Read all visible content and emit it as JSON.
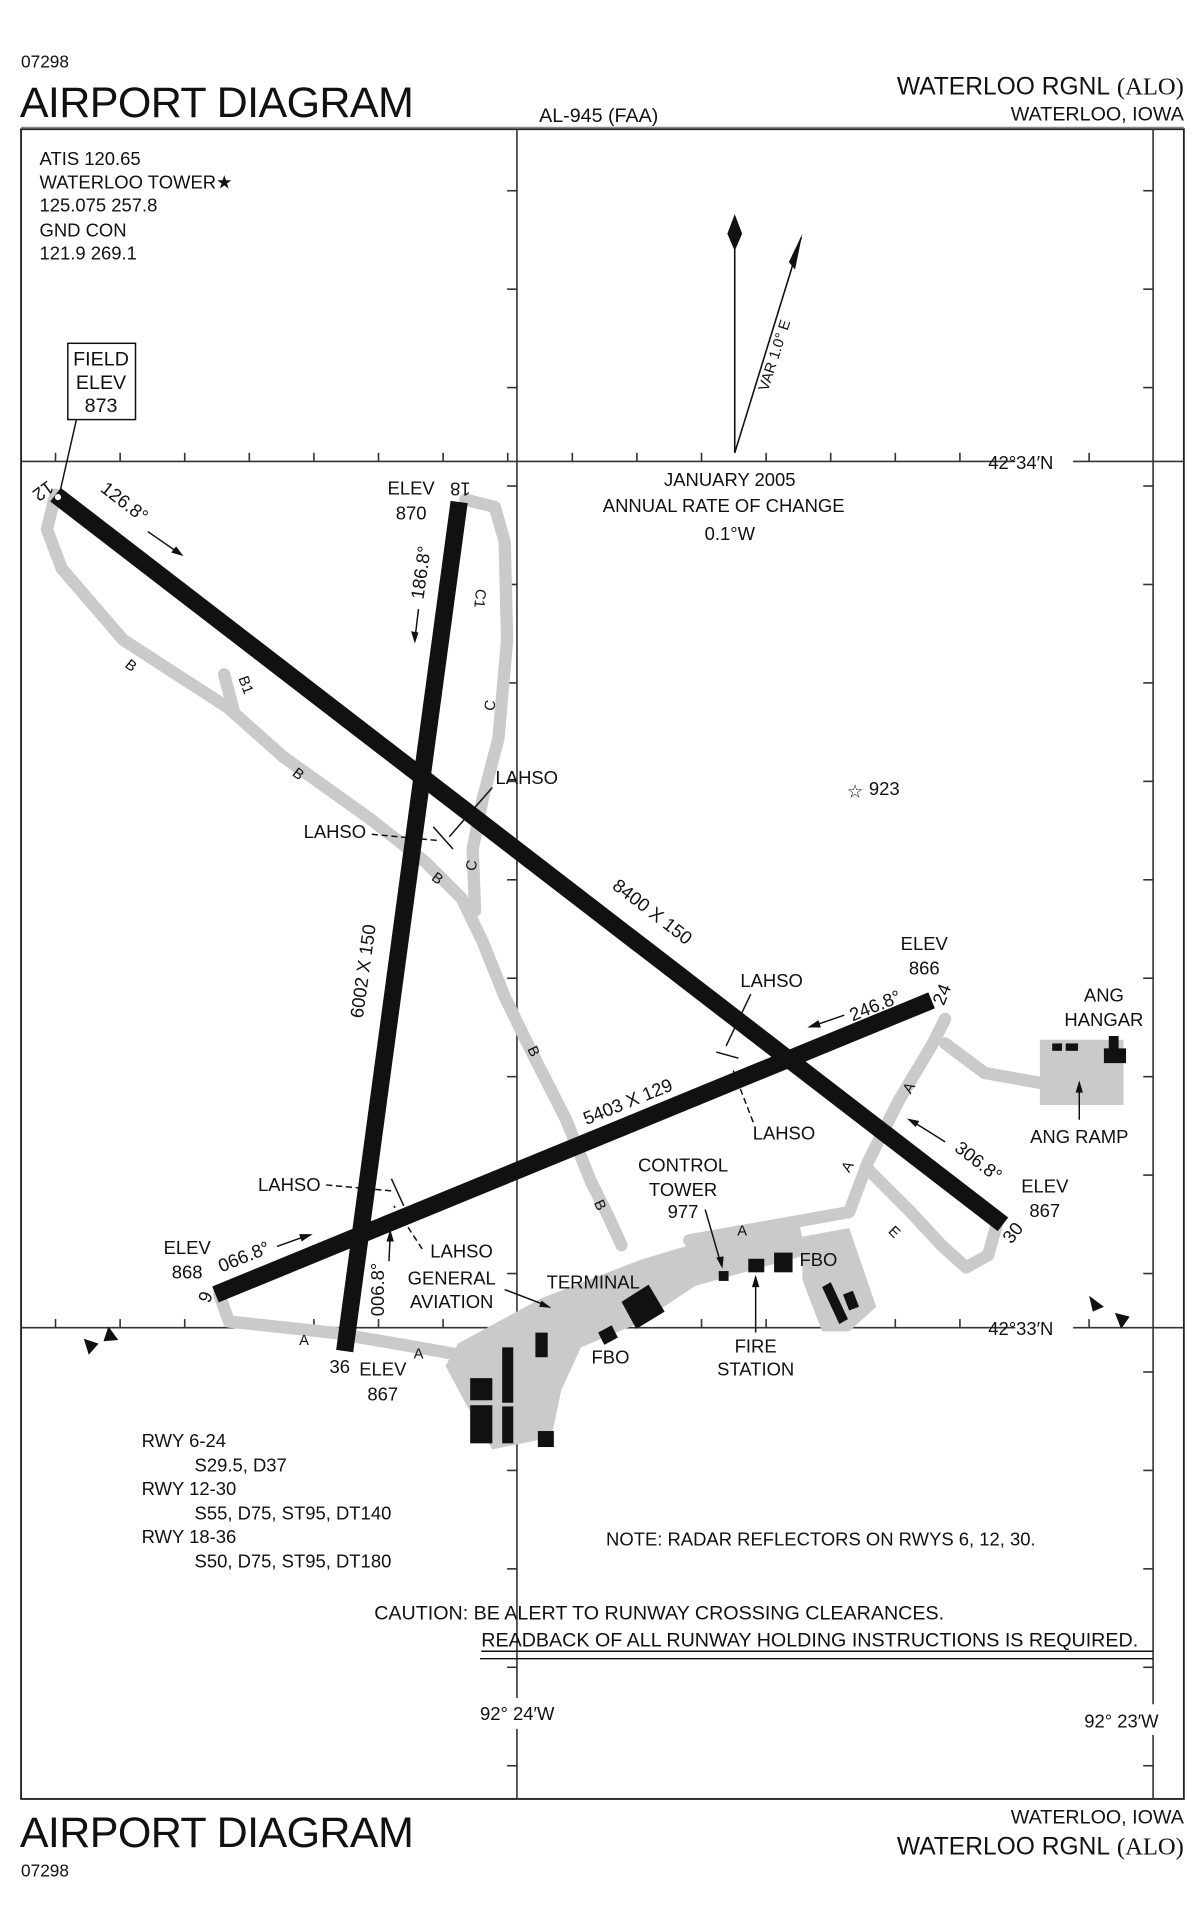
{
  "header": {
    "chart_id": "07298",
    "title": "AIRPORT DIAGRAM",
    "procedure": "AL-945 (FAA)",
    "airport": "WATERLOO RGNL",
    "airport_id": "(ALO)",
    "city": "WATERLOO, IOWA"
  },
  "comms": [
    "ATIS 120.65",
    "WATERLOO TOWER★",
    "125.075  257.8",
    "GND CON",
    "121.9  269.1"
  ],
  "field_elev": {
    "line1": "FIELD",
    "line2": "ELEV",
    "value": "873"
  },
  "magnetic": {
    "variation": "VAR 1.0° E",
    "date": "JANUARY 2005",
    "rate_label": "ANNUAL RATE OF CHANGE",
    "rate": "0.1°W"
  },
  "grid": {
    "lat_north": "42°34′N",
    "lat_south": "42°33′N",
    "lon_west": "92° 24′W",
    "lon_east": "92° 23′W"
  },
  "runways": {
    "r12": "12",
    "r30": "30",
    "r18": "18",
    "r36": "36",
    "r6": "6",
    "r24": "24",
    "dim_12_30": "8400 X 150",
    "dim_18_36": "6002 X 150",
    "dim_6_24": "5403 X 129",
    "hdg_12": "126.8°",
    "hdg_30": "306.8°",
    "hdg_18": "186.8°",
    "hdg_36": "006.8°",
    "hdg_6": "066.8°",
    "hdg_24": "246.8°"
  },
  "elevations": {
    "elev_label": "ELEV",
    "e18": "870",
    "e24": "866",
    "e30": "867",
    "e6": "868",
    "e36": "867"
  },
  "taxiways": {
    "A": "A",
    "B": "B",
    "B1": "B1",
    "C": "C",
    "C1": "C1",
    "E": "E"
  },
  "lahso": "LAHSO",
  "facilities": {
    "ang1": "ANG",
    "ang2": "HANGAR",
    "ang_ramp": "ANG RAMP",
    "ga1": "GENERAL",
    "ga2": "AVIATION",
    "terminal": "TERMINAL",
    "fbo": "FBO",
    "tower1": "CONTROL",
    "tower2": "TOWER",
    "tower3": "977",
    "fire1": "FIRE",
    "fire2": "STATION",
    "obstacle": "923"
  },
  "declared": [
    "RWY 6-24",
    "S29.5, D37",
    "RWY 12-30",
    "S55, D75, ST95, DT140",
    "RWY 18-36",
    "S50, D75, ST95, DT180"
  ],
  "notes": {
    "radar": "NOTE: RADAR REFLECTORS ON RWYS 6, 12, 30.",
    "caution1": "CAUTION: BE ALERT TO RUNWAY CROSSING CLEARANCES.",
    "caution2": "READBACK OF ALL RUNWAY HOLDING INSTRUCTIONS IS REQUIRED."
  },
  "footer": {
    "title": "AIRPORT DIAGRAM",
    "chart_id": "07298",
    "city": "WATERLOO, IOWA",
    "airport": "WATERLOO RGNL",
    "airport_id": "(ALO)"
  }
}
